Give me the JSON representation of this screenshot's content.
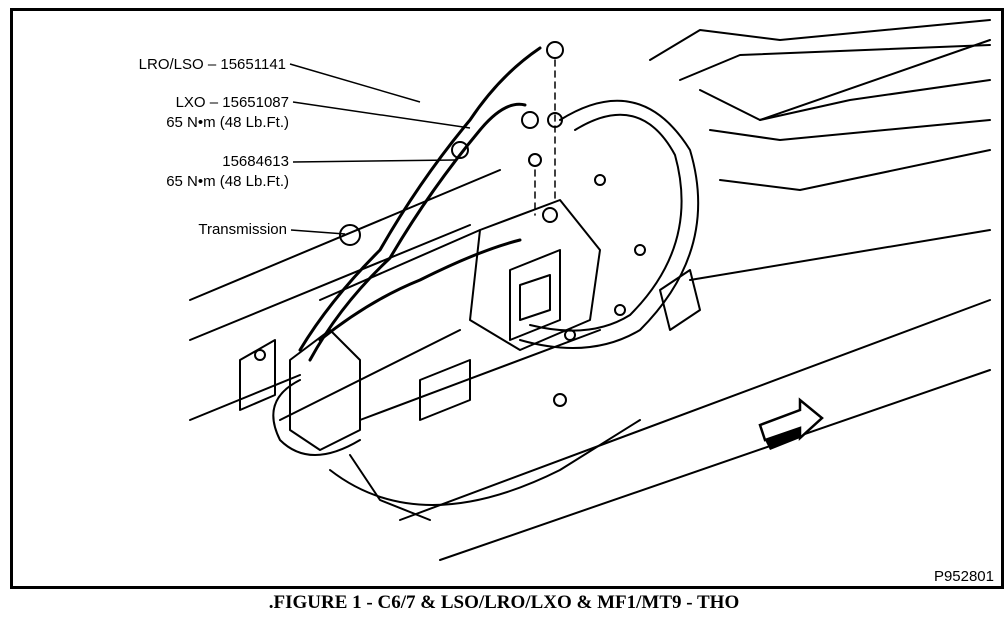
{
  "callouts": [
    {
      "id": "lro",
      "line1": "LRO/LSO – 15651141",
      "line2": ""
    },
    {
      "id": "lxo",
      "line1": "LXO – 15651087",
      "line2": "65 N•m (48 Lb.Ft.)"
    },
    {
      "id": "fit",
      "line1": "15684613",
      "line2": "65 N•m (48 Lb.Ft.)"
    },
    {
      "id": "trans",
      "line1": "Transmission",
      "line2": ""
    }
  ],
  "part_number": "P952801",
  "caption": ".FIGURE 1 - C6/7 & LSO/LRO/LXO & MF1/MT9 - THO",
  "colors": {
    "ink": "#000000",
    "paper": "#ffffff"
  }
}
